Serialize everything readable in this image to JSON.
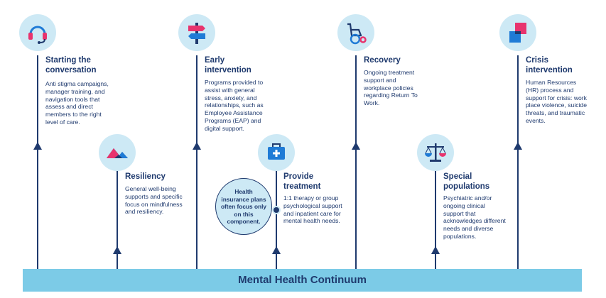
{
  "diagram": {
    "footer_label": "Mental Health Continuum",
    "callout": "Health insurance plans often focus only on this component.",
    "stages": [
      {
        "title": "Starting the conversation",
        "description": "Anti stigma campaigns, manager training, and navigation tools that assess and direct members to the right level of care.",
        "icon": "headset-icon"
      },
      {
        "title": "Resiliency",
        "description": "General well-being supports and specific focus on mindfulness and resiliency.",
        "icon": "mountains-icon"
      },
      {
        "title": "Early intervention",
        "description": "Programs provided to assist with general stress, anxiety, and relationships, such as Employee Assistance Programs (EAP) and digital support.",
        "icon": "signpost-icon"
      },
      {
        "title": "Provide treatment",
        "description": "1:1 therapy or group psychological support and inpatient care for mental health needs.",
        "icon": "medical-kit-icon"
      },
      {
        "title": "Recovery",
        "description": "Ongoing treatment support and workplace policies regarding Return To Work.",
        "icon": "wheelchair-icon"
      },
      {
        "title": "Special populations",
        "description": "Psychiatric and/or ongoing clinical support that acknowledges different needs and diverse populations.",
        "icon": "scales-icon"
      },
      {
        "title": "Crisis intervention",
        "description": "Human Resources (HR) process and support for crisis: work place violence, suicide threats, and traumatic events.",
        "icon": "crisis-squares-icon"
      }
    ],
    "colors": {
      "navy": "#1f3a6e",
      "light_blue": "#cde9f5",
      "bar_blue": "#7ccbe7",
      "pink": "#e8336d",
      "blue": "#1f7bd6"
    }
  }
}
